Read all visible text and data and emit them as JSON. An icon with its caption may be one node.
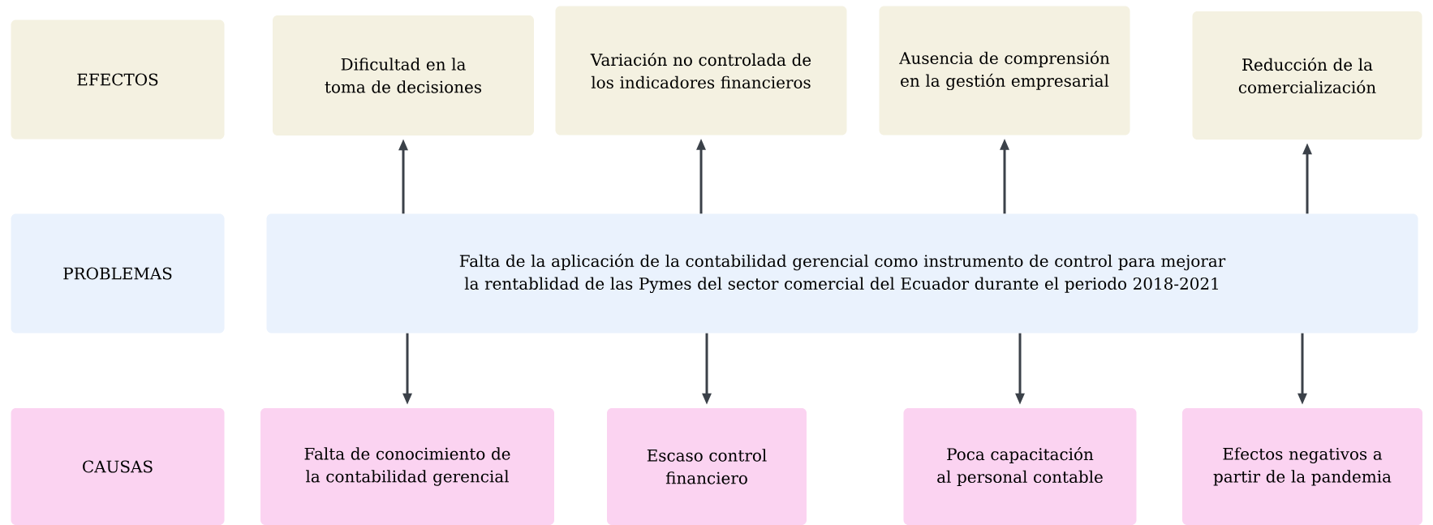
{
  "diagram": {
    "nodes": [
      {
        "text": [
          "EFECTOS"
        ]
      },
      {
        "text": [
          "Dificultad en la toma de decisiones"
        ]
      },
      {
        "text": [
          "Variación no controlada de los indicadores financieros"
        ]
      },
      {
        "text": [
          "Ausencia de comprensión en la gestión empresarial"
        ]
      },
      {
        "text": [
          "Reducción de la comercialización"
        ]
      },
      {
        "text": [
          "PROBLEMAS"
        ]
      },
      {
        "text": [
          "Falta de la aplicación de la contabilidad gerencial como instrumento de control para mejorar la rentablidad de las Pymes del sector comercial del Ecuador durante el periodo 2018-2021"
        ]
      },
      {
        "text": [
          "CAUSAS"
        ]
      },
      {
        "text": [
          "Falta de conocimiento de la contabilidad gerencial"
        ]
      },
      {
        "text": [
          "Escaso control financiero"
        ]
      },
      {
        "text": [
          "Poca capacitación al personal contable"
        ]
      },
      {
        "text": [
          "Efectos negativos a partir de la pandemia"
        ]
      }
    ],
    "edges": [
      {
        "from": 6,
        "to": 1,
        "arrow": "to"
      },
      {
        "from": 6,
        "to": 2,
        "arrow": "to"
      },
      {
        "from": 6,
        "to": 3,
        "arrow": "to"
      },
      {
        "from": 6,
        "to": 4,
        "arrow": "to"
      },
      {
        "from": 6,
        "to": 8,
        "arrow": "to"
      },
      {
        "from": 6,
        "to": 9,
        "arrow": "to"
      },
      {
        "from": 6,
        "to": 10,
        "arrow": "to"
      },
      {
        "from": 6,
        "to": 11,
        "arrow": "to"
      }
    ]
  }
}
